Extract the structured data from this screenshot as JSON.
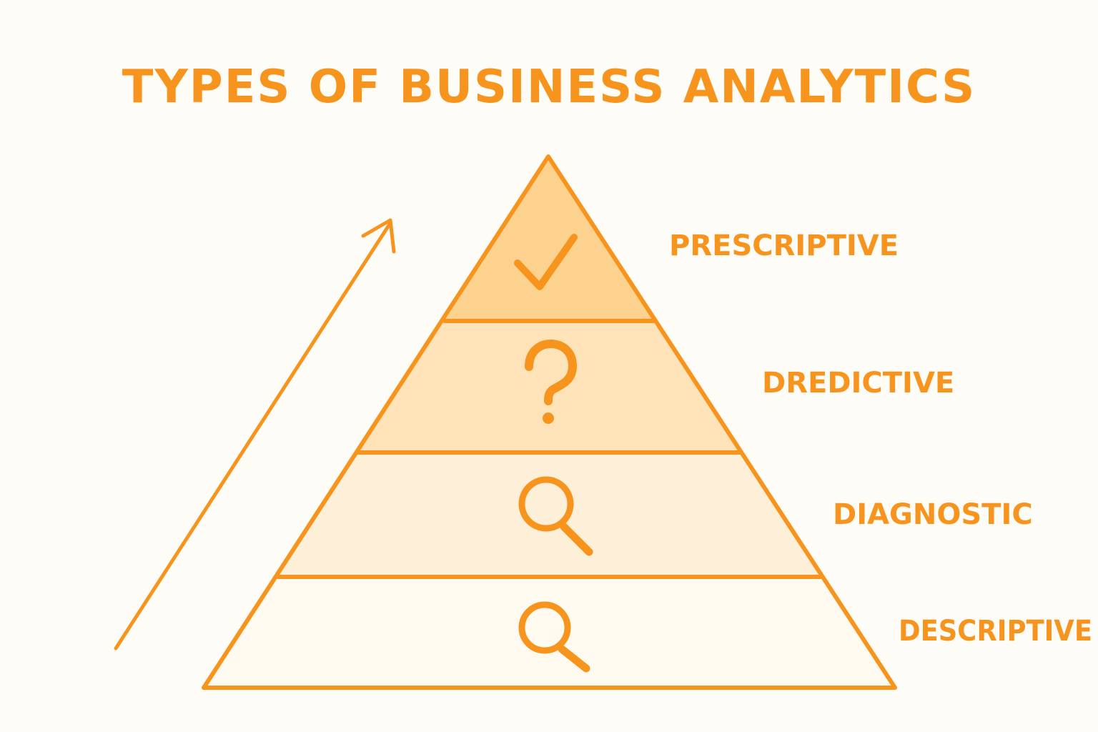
{
  "title": "TYPES OF BUSINESS ANALYTICS",
  "colors": {
    "accent": "#f7941d",
    "background": "#fefcf6",
    "tier_fills": [
      "#fdd28e",
      "#fde3b7",
      "#fdefd8",
      "#fffaf0"
    ]
  },
  "tiers": [
    {
      "label": "PRESCRIPTIVE",
      "icon": "checkmark-icon"
    },
    {
      "label": "DREDICTIVE",
      "icon": "question-mark-icon"
    },
    {
      "label": "DIAGNOSTIC",
      "icon": "magnifier-icon"
    },
    {
      "label": "DESCRIPTIVE",
      "icon": "magnifier-icon"
    }
  ],
  "arrow": {
    "direction": "up-right",
    "icon": "arrow-up-right-icon"
  }
}
